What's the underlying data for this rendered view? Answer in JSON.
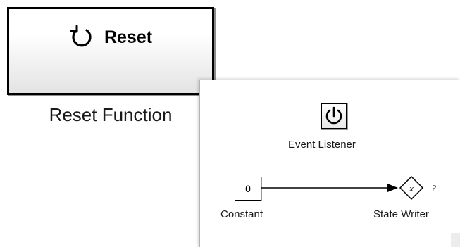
{
  "reset_block": {
    "label": "Reset",
    "caption": "Reset Function",
    "icon": "reset-arrow-icon"
  },
  "inner_model": {
    "event_listener": {
      "caption": "Event Listener",
      "icon": "power-icon"
    },
    "constant": {
      "value": "0",
      "caption": "Constant"
    },
    "state_writer": {
      "symbol": "x",
      "unresolved_marker": "?",
      "caption": "State Writer"
    }
  }
}
